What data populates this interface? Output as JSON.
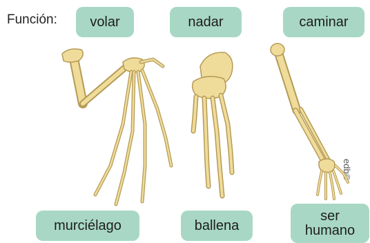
{
  "function_label": "Función:",
  "functions": {
    "fly": "volar",
    "swim": "nadar",
    "walk": "caminar"
  },
  "animals": {
    "bat": "murciélago",
    "whale": "ballena",
    "human_line1": "ser",
    "human_line2": "humano"
  },
  "credit": "edb©",
  "colors": {
    "pill": "#a8d8c5",
    "bone_fill": "#f0dc9a",
    "bone_stroke": "#b49a55"
  }
}
